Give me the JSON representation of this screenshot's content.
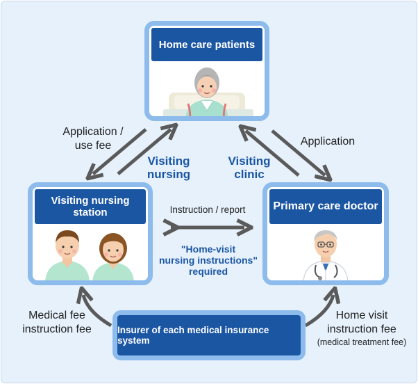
{
  "nodes": {
    "patients": {
      "title": "Home care patients"
    },
    "station": {
      "title": "Visiting nursing station"
    },
    "doctor": {
      "title": "Primary care doctor"
    },
    "insurer": {
      "title": "Insurer of each medical insurance system"
    }
  },
  "labels": {
    "application_use_fee_1": "Application /",
    "application_use_fee_2": "use fee",
    "application": "Application",
    "visiting_nursing_1": "Visiting",
    "visiting_nursing_2": "nursing",
    "visiting_clinic_1": "Visiting",
    "visiting_clinic_2": "clinic",
    "instruction_report": "Instruction / report",
    "note_1": "\"Home-visit",
    "note_2": "nursing instructions\"",
    "note_3": "required",
    "medical_fee_1": "Medical fee",
    "medical_fee_2": "instruction fee",
    "home_visit_1": "Home visit",
    "home_visit_2": "instruction fee",
    "home_visit_3": "(medical treatment fee)"
  },
  "colors": {
    "title_bg": "#1b56a3",
    "frame": "#8dbcec",
    "background": "#e6f1fb",
    "arrow": "#5a5a5a",
    "accent_text": "#1b56a3"
  },
  "icons": {
    "patient": "elderly-patient-in-bed-icon",
    "nurses": "male-and-female-nurse-icon",
    "doctor": "doctor-icon"
  }
}
